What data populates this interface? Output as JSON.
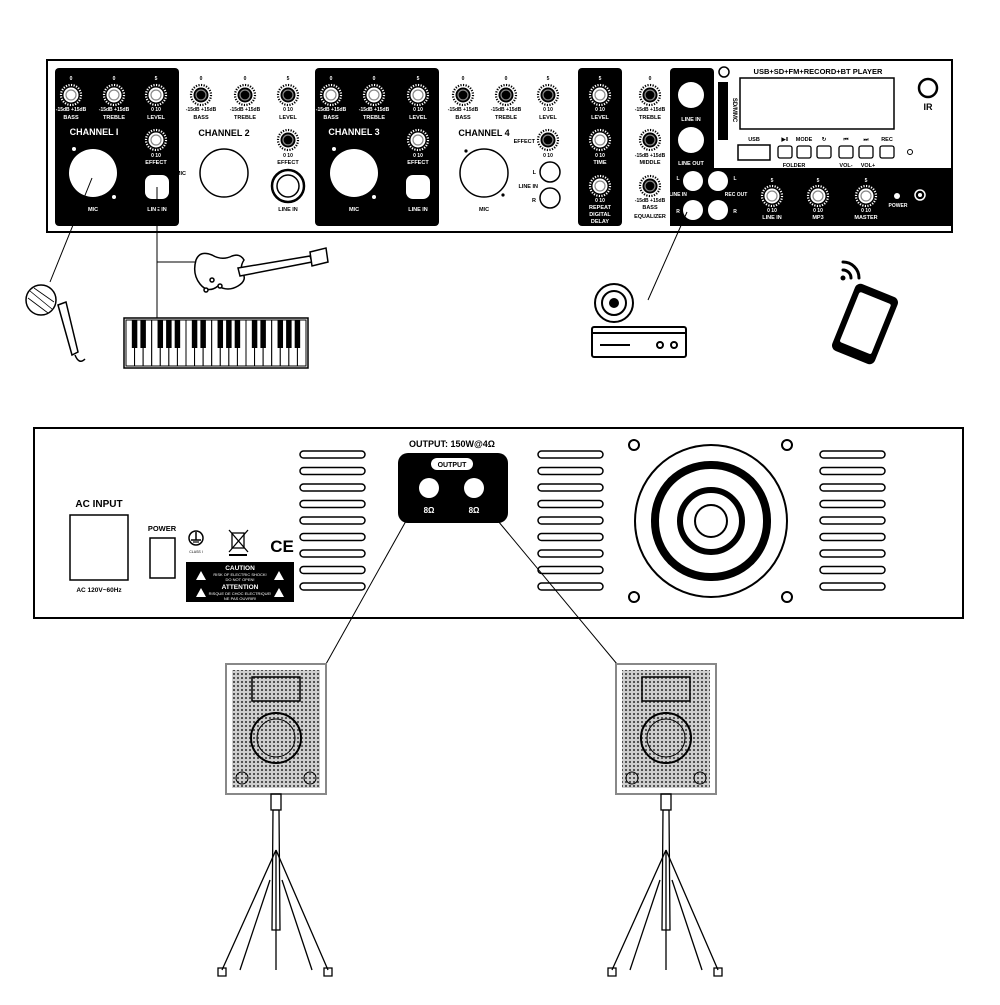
{
  "front_panel": {
    "channels": [
      {
        "title": "CHANNEL I",
        "mic": "MIC",
        "line_in": "LINE IN",
        "effect": "EFFECT"
      },
      {
        "title": "CHANNEL 2",
        "mic": "MIC",
        "line_in": "LINE IN",
        "effect": "EFFECT"
      },
      {
        "title": "CHANNEL 3",
        "mic": "MIC",
        "line_in": "LINE IN",
        "effect": "EFFECT"
      },
      {
        "title": "CHANNEL 4",
        "mic": "MIC",
        "line_in": "LINE IN",
        "effect": "EFFECT"
      }
    ],
    "knob_labels": {
      "bass": "BASS",
      "treble": "TREBLE",
      "level": "LEVEL",
      "middle": "MIDDLE",
      "time": "TIME",
      "repeat": "REPEAT",
      "range": "-15dB +15dB",
      "scale": "0    10",
      "five": "5",
      "zero": "0"
    },
    "delay": {
      "title1": "DIGITAL",
      "title2": "DELAY"
    },
    "equalizer": "EQUALIZER",
    "line_in": "LINE IN",
    "line_out": "LINE OUT",
    "rec_out": "REC OUT",
    "l": "L",
    "r": "R",
    "sd_mmc": "SD/MMC",
    "player_title": "USB+SD+FM+RECORD+BT PLAYER",
    "ir": "IR",
    "buttons": {
      "usb": "USB",
      "play": "▶‖",
      "mode": "MODE",
      "repeat": "↻",
      "prev": "⏮",
      "next": "⏭",
      "rec": "REC",
      "folder": "FOLDER",
      "vol_minus": "VOL-",
      "vol_plus": "VOL+"
    },
    "bottom_knobs": [
      "LINE IN",
      "MP3",
      "MASTER"
    ],
    "power": "POWER"
  },
  "rear_panel": {
    "ac_input": "AC INPUT",
    "ac_spec": "AC 120V~60Hz",
    "power": "POWER",
    "class": "CLASS I",
    "ce": "CE",
    "caution": "CAUTION",
    "caution_text1": "RISK OF ELECTRIC SHOCK!",
    "caution_text2": "DO NOT OPEN!",
    "attention": "ATTENTION",
    "attention_text1": "RISQUE DE CHOC ELECTRIQUE!",
    "attention_text2": "NE PAS OUVRIR!",
    "output_spec": "OUTPUT: 150W@4Ω",
    "output_label": "OUTPUT",
    "impedance": [
      "8Ω",
      "8Ω"
    ]
  },
  "icons": [
    "microphone-icon",
    "guitar-icon",
    "keyboard-icon",
    "cd-player-icon",
    "wifi-icon",
    "smartphone-icon",
    "speaker-icon",
    "tripod-stand-icon",
    "fan-icon"
  ]
}
